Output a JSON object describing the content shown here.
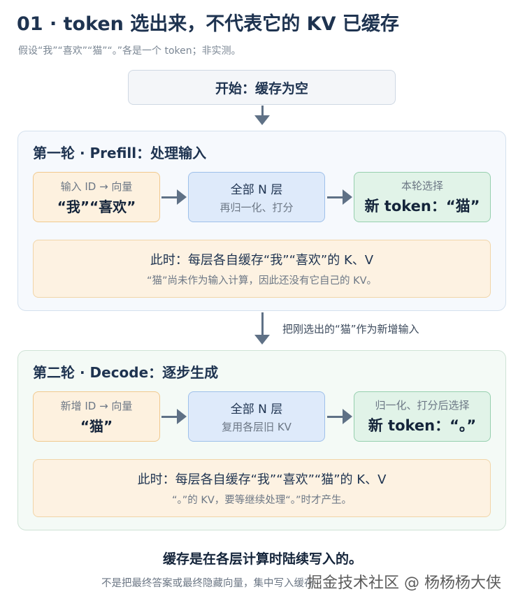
{
  "header": {
    "title": "01 · token 选出来，不代表它的 KV 已缓存",
    "subtitle": "假设“我”“喜欢”“猫”“。”各是一个 token；非实测。"
  },
  "start": {
    "label": "开始：缓存为空"
  },
  "round1": {
    "title": "第一轮 · Prefill：处理输入",
    "input": {
      "small": "输入 ID → 向量",
      "big": "“我”“喜欢”"
    },
    "layers": {
      "title": "全部 N 层",
      "sub": "再归一化、打分"
    },
    "select": {
      "small": "本轮选择",
      "big": "新 token：“猫”"
    },
    "note": {
      "line1": "此时：每层各自缓存“我”“喜欢”的 K、V",
      "line2": "“猫”尚未作为输入计算，因此还没有它自己的 KV。"
    }
  },
  "transition": {
    "label": "把刚选出的“猫”作为新增输入"
  },
  "round2": {
    "title": "第二轮 · Decode：逐步生成",
    "input": {
      "small": "新增 ID → 向量",
      "big": "“猫”"
    },
    "layers": {
      "title": "全部 N 层",
      "sub": "复用各层旧 KV"
    },
    "select": {
      "small": "归一化、打分后选择",
      "big": "新 token：“。”"
    },
    "note": {
      "line1": "此时：每层各自缓存“我”“喜欢”“猫”的 K、V",
      "line2": "“。”的 KV，要等继续处理“。”时才产生。"
    }
  },
  "footer": {
    "main": "缓存是在各层计算时陆续写入的。",
    "sub": "不是把最终答案或最终隐藏向量，集中写入缓存"
  },
  "watermark": {
    "text": "掘金技术社区 @ 杨杨杨大侠"
  }
}
